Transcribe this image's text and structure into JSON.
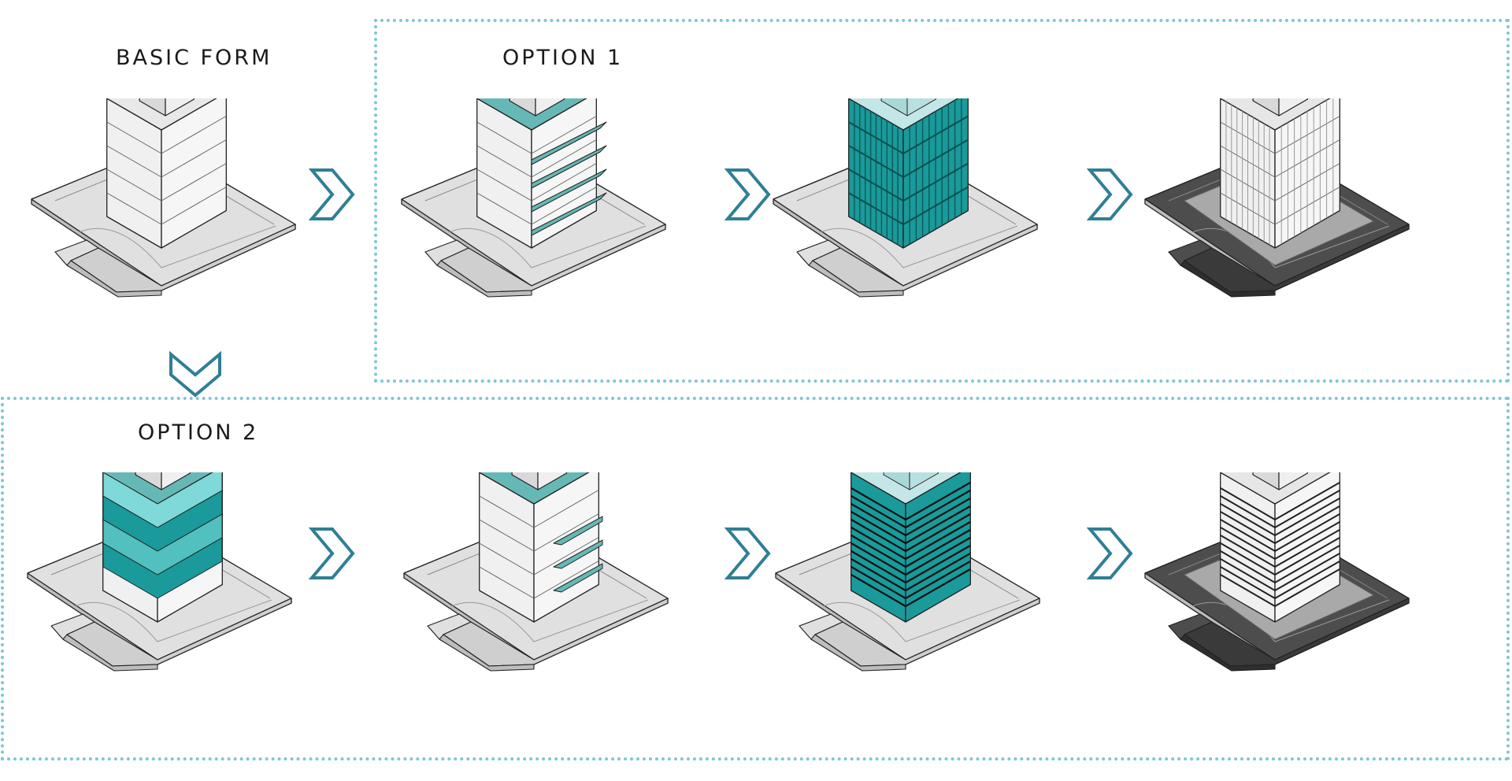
{
  "labels": {
    "basic_form": "BASIC FORM",
    "option_1": "OPTION 1",
    "option_2": "OPTION 2"
  },
  "colors": {
    "frame": "#7fc6d3",
    "arrow": "#2f7f95",
    "teal": "#1a9a9a",
    "teal_light": "#66b8b6",
    "glass": "#c5e6e6",
    "ground": "#e0e0e0",
    "dark_ground": "#4d4d4d",
    "facade": "#f6f6f6"
  },
  "steps": [
    {
      "id": "basic",
      "kind": "plain"
    },
    {
      "id": "o1a",
      "kind": "slabs"
    },
    {
      "id": "o1b",
      "kind": "glass"
    },
    {
      "id": "o1c",
      "kind": "rendered"
    },
    {
      "id": "o2a",
      "kind": "bands"
    },
    {
      "id": "o2b",
      "kind": "twist"
    },
    {
      "id": "o2c",
      "kind": "glass-bands"
    },
    {
      "id": "o2d",
      "kind": "rendered-bands"
    }
  ]
}
